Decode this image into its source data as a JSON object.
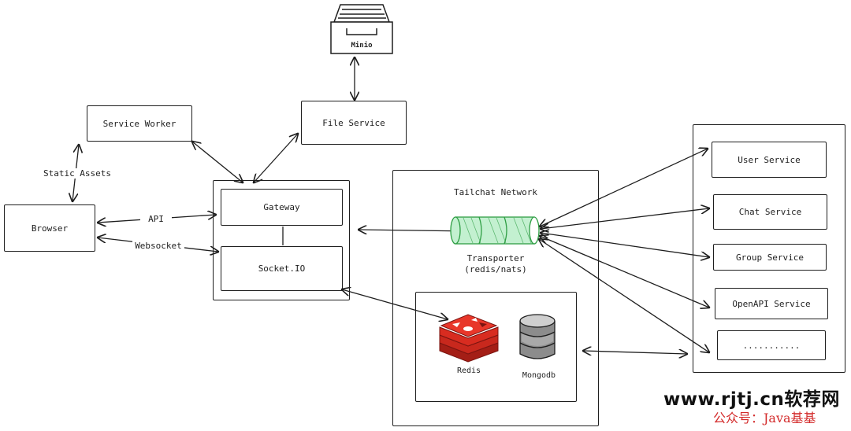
{
  "nodes": {
    "minio": "Minio",
    "file_service": "File Service",
    "service_worker": "Service Worker",
    "static_assets": "Static Assets",
    "browser": "Browser",
    "api": "API",
    "websocket": "Websocket",
    "gateway": "Gateway",
    "socket_io": "Socket.IO",
    "network_title": "Tailchat Network",
    "transporter": "Transporter",
    "transporter_sub": "(redis/nats)",
    "redis": "Redis",
    "mongodb": "Mongodb"
  },
  "services": [
    "User Service",
    "Chat Service",
    "Group Service",
    "OpenAPI Service",
    "..........."
  ],
  "watermark": {
    "site": "www.rjtj.cn软荐网",
    "account": "公众号：Java基基"
  },
  "colors": {
    "stroke": "#1e1e1e",
    "transporter": "#2f9e44",
    "transporter_fill": "#c3f0d0",
    "redis": "#d82c20",
    "watermark_red": "#d32a2a"
  }
}
